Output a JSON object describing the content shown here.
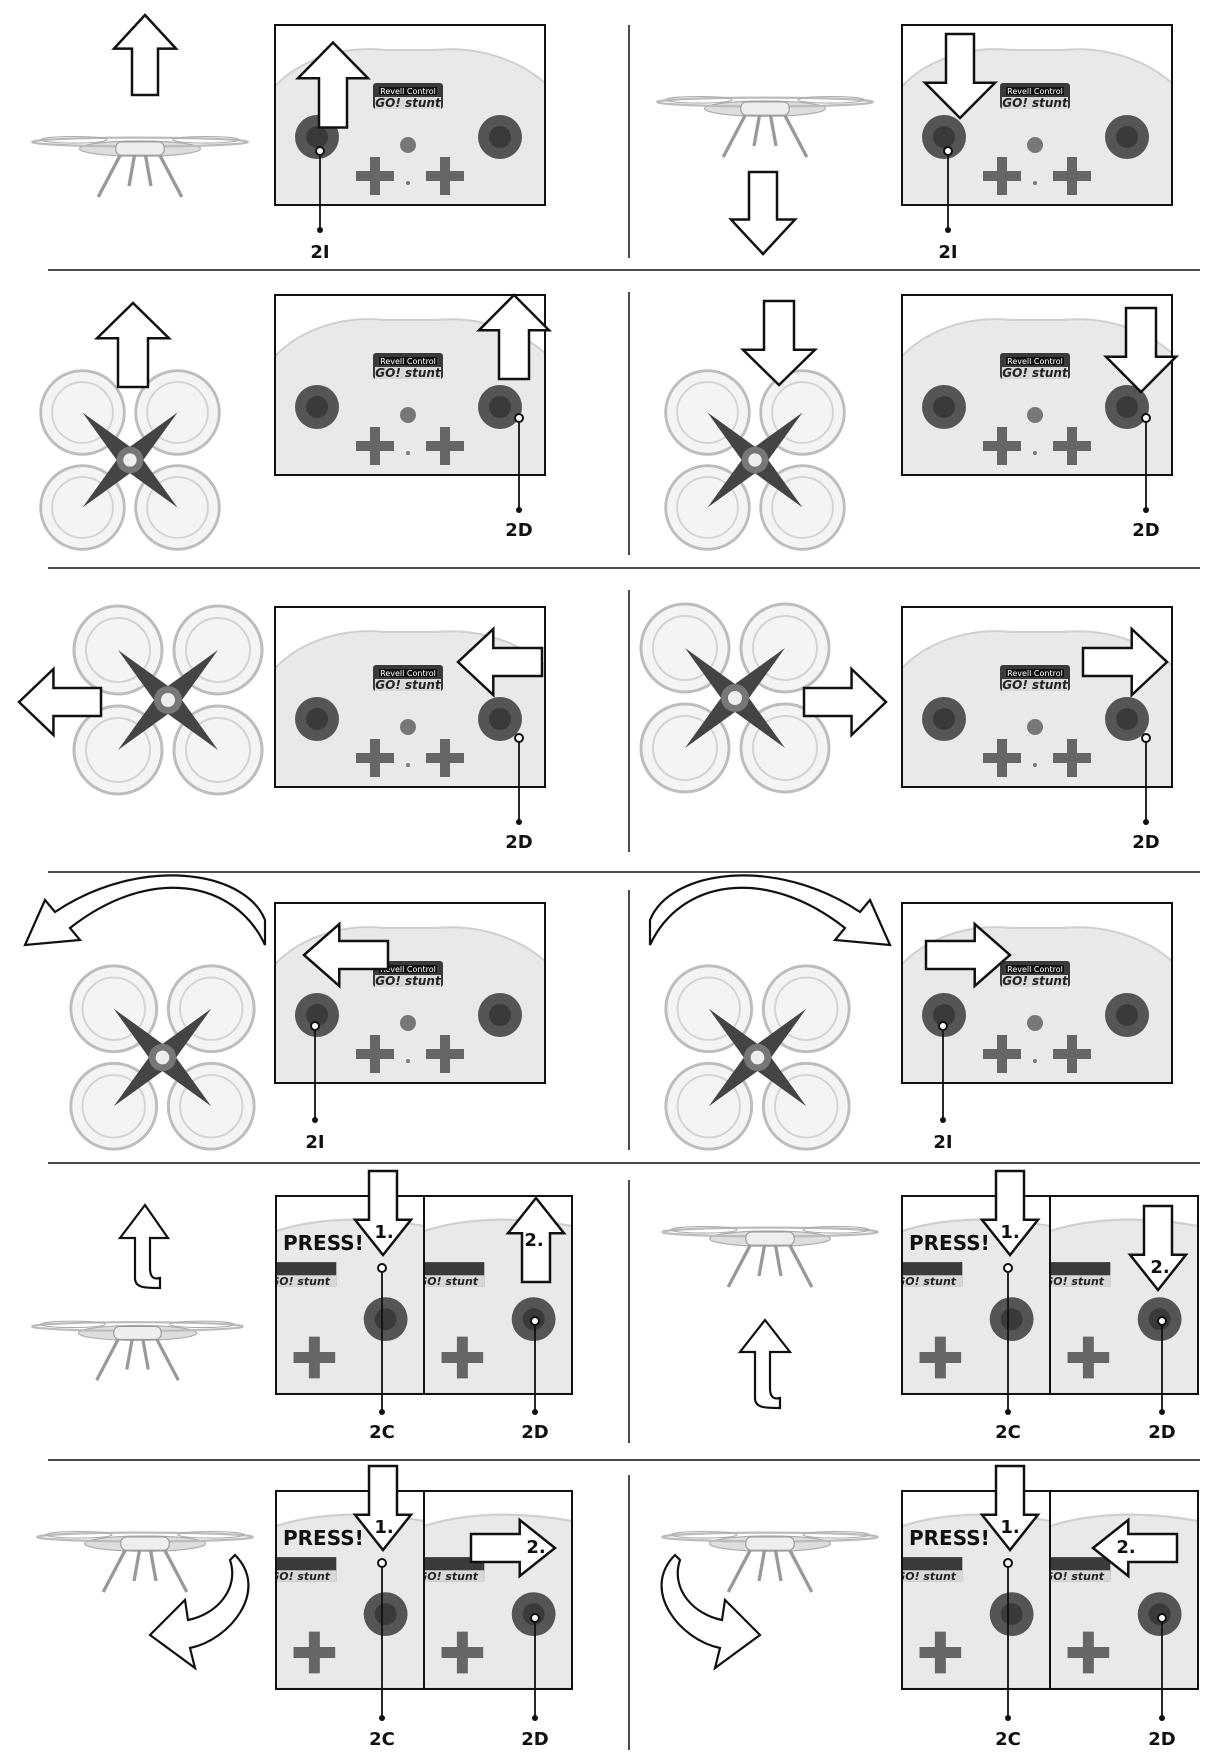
{
  "labels": {
    "left_stick": "2I",
    "right_stick": "2D",
    "button": "2C",
    "press": "PRESS!",
    "step1": "1.",
    "step2": "2."
  },
  "controller_text": {
    "brand": "Revell Control",
    "model": "GO! stunt"
  },
  "rows": [
    {
      "left": {
        "maneuver": "ascend",
        "stick": "2I"
      },
      "right": {
        "maneuver": "descend",
        "stick": "2I"
      }
    },
    {
      "left": {
        "maneuver": "forward",
        "stick": "2D"
      },
      "right": {
        "maneuver": "backward",
        "stick": "2D"
      }
    },
    {
      "left": {
        "maneuver": "strafe-left",
        "stick": "2D"
      },
      "right": {
        "maneuver": "strafe-right",
        "stick": "2D"
      }
    },
    {
      "left": {
        "maneuver": "rotate-left",
        "stick": "2I"
      },
      "right": {
        "maneuver": "rotate-right",
        "stick": "2I"
      }
    },
    {
      "left": {
        "maneuver": "flip-forward",
        "stick": "2D"
      },
      "right": {
        "maneuver": "flip-backward",
        "stick": "2D"
      }
    },
    {
      "left": {
        "maneuver": "flip-right",
        "stick": "2D"
      },
      "right": {
        "maneuver": "flip-left",
        "stick": "2D"
      }
    }
  ],
  "icons": {
    "arrow": "outlined-arrow-icon",
    "drone_side": "drone-side-view-icon",
    "drone_top": "drone-top-view-icon",
    "controller": "remote-controller-icon"
  }
}
